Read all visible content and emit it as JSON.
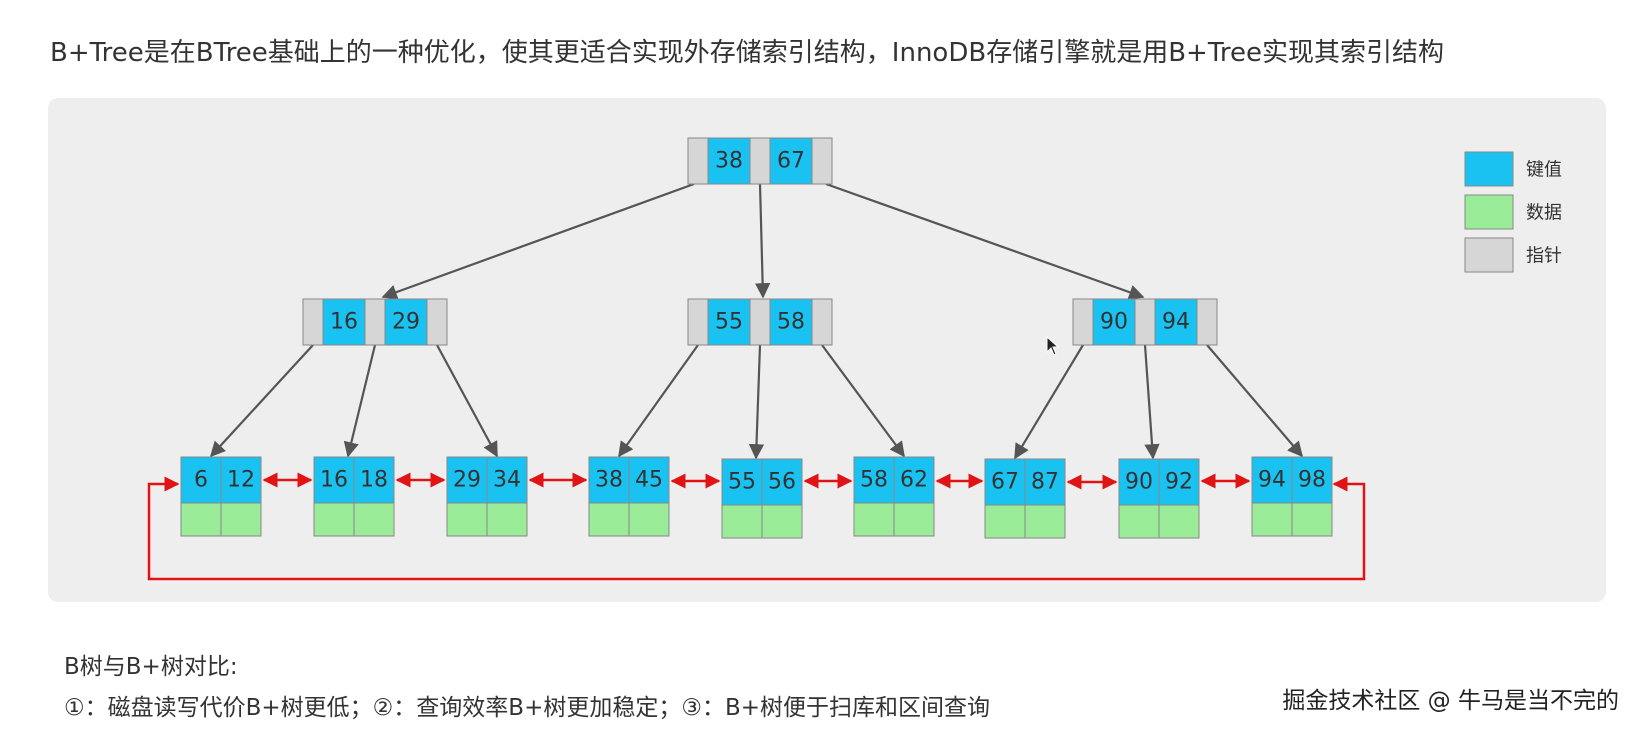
{
  "heading": "B+Tree是在BTree基础上的一种优化，使其更适合实现外存储索引结构，InnoDB存储引擎就是用B+Tree实现其索引结构",
  "legend": [
    {
      "label": "键值",
      "color": "#1ac2f2"
    },
    {
      "label": "数据",
      "color": "#9aec98"
    },
    {
      "label": "指针",
      "color": "#d6d6d6"
    }
  ],
  "colors": {
    "key": "#1ac2f2",
    "data": "#9aec98",
    "pointer": "#d6d6d6",
    "arrow": "#555555",
    "link": "#e01414",
    "panel": "#eeeeee"
  },
  "tree": {
    "root": [
      "38",
      "67"
    ],
    "internal": [
      [
        "16",
        "29"
      ],
      [
        "55",
        "58"
      ],
      [
        "90",
        "94"
      ]
    ],
    "leaves": [
      [
        "6",
        "12"
      ],
      [
        "16",
        "18"
      ],
      [
        "29",
        "34"
      ],
      [
        "38",
        "45"
      ],
      [
        "55",
        "56"
      ],
      [
        "58",
        "62"
      ],
      [
        "67",
        "87"
      ],
      [
        "90",
        "92"
      ],
      [
        "94",
        "98"
      ]
    ]
  },
  "comparison": {
    "title": "B树与B+树对比:",
    "points": "①：磁盘读写代价B+树更低；②：查询效率B+树更加稳定；③：B+树便于扫库和区间查询"
  },
  "watermark": "掘金技术社区 @ 牛马是当不完的"
}
